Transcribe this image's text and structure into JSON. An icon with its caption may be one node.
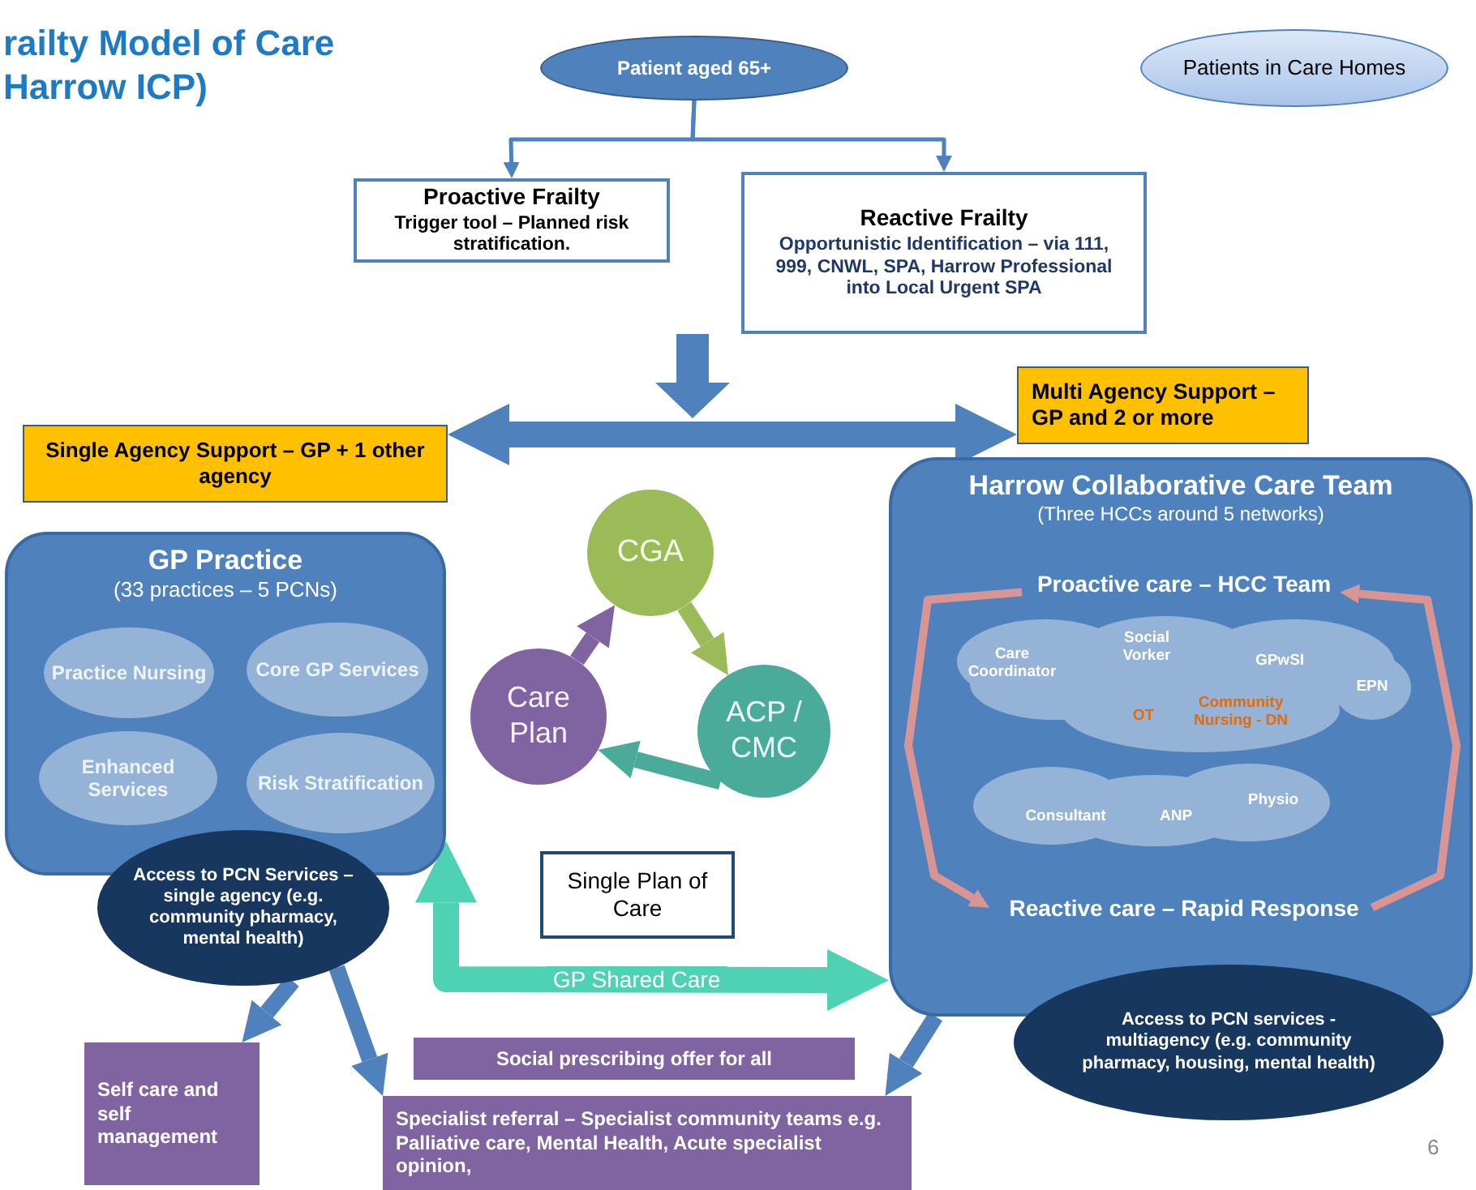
{
  "diagram": {
    "title": "railty Model of Care Harrow ICP)",
    "nodes": [
      {
        "text": [
          "Patient aged 65+"
        ]
      },
      {
        "text": [
          "Patients in Care Homes"
        ]
      },
      {
        "text": [
          "Proactive Frailty",
          "Trigger tool – Planned risk stratification."
        ]
      },
      {
        "text": [
          "Reactive Frailty",
          "Opportunistic Identification – via 111, 999, CNWL, SPA, Harrow Professional into Local Urgent SPA"
        ]
      },
      {
        "text": [
          "Single Agency Support – GP + 1 other agency"
        ]
      },
      {
        "text": [
          "Multi Agency Support – GP and 2 or more"
        ]
      },
      {
        "text": [
          "GP Practice",
          "(33 practices – 5 PCNs)"
        ]
      },
      {
        "text": [
          "Practice Nursing"
        ],
        "in": 6
      },
      {
        "text": [
          "Core GP Services"
        ],
        "in": 6
      },
      {
        "text": [
          "Enhanced Services"
        ],
        "in": 6
      },
      {
        "text": [
          "Risk Stratification"
        ],
        "in": 6
      },
      {
        "text": [
          "Access to PCN Services – single agency (e.g. community pharmacy, mental health)"
        ]
      },
      {
        "text": [
          "CGA"
        ]
      },
      {
        "text": [
          "ACP / CMC"
        ]
      },
      {
        "text": [
          "Care Plan"
        ]
      },
      {
        "text": [
          "Single Plan of Care"
        ]
      },
      {
        "text": [
          "Harrow Collaborative Care Team",
          "(Three HCCs around 5 networks)"
        ]
      },
      {
        "text": [
          "Proactive care – HCC Team"
        ],
        "in": 16
      },
      {
        "text": [
          "Care Coordinator",
          "Social Vorker",
          "GPwSI",
          "OT",
          "Community Nursing - DN",
          "EPN"
        ],
        "in": 16
      },
      {
        "text": [
          "Consultant",
          "ANP",
          "Physio"
        ],
        "in": 16
      },
      {
        "text": [
          "Reactive care – Rapid Response"
        ],
        "in": 16
      },
      {
        "text": [
          "Access to PCN services - multiagency (e.g. community pharmacy, housing, mental health)"
        ]
      },
      {
        "text": [
          "Self care and self management"
        ]
      },
      {
        "text": [
          "Social prescribing offer for all"
        ]
      },
      {
        "text": [
          "Specialist referral – Specialist community teams e.g. Palliative care, Mental Health, Acute specialist opinion,"
        ]
      }
    ],
    "edges": [
      {
        "from": 0,
        "to": 2,
        "arrow": "to"
      },
      {
        "from": 0,
        "to": 3,
        "arrow": "to"
      },
      {
        "from": 4,
        "to": 5,
        "arrow": "both"
      },
      {
        "from": 12,
        "to": 13,
        "arrow": "to",
        "color": "#9bbb59"
      },
      {
        "from": 13,
        "to": 14,
        "arrow": "to",
        "color": "#4bab9a"
      },
      {
        "from": 14,
        "to": 12,
        "arrow": "to",
        "color": "#8064a2"
      },
      {
        "from": 6,
        "to": 16,
        "arrow": "both",
        "label": "GP Shared Care",
        "color": "#4fd1b4"
      },
      {
        "from": 11,
        "to": 22,
        "arrow": "to"
      },
      {
        "from": 11,
        "to": 24,
        "arrow": "to"
      },
      {
        "from": 16,
        "to": 24,
        "arrow": "to"
      },
      {
        "from": 17,
        "to": 20,
        "arrow": "to",
        "color": "#d99594"
      },
      {
        "from": 20,
        "to": 17,
        "arrow": "to",
        "color": "#d99594"
      }
    ],
    "labels": [
      "6"
    ]
  }
}
